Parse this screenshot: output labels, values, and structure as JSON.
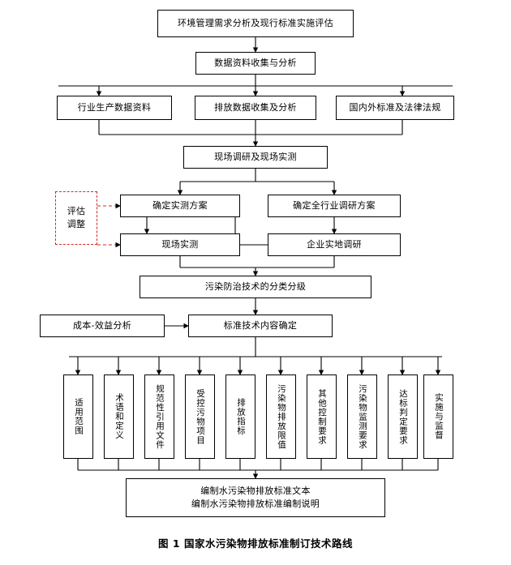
{
  "figure": {
    "caption": "图 1  国家水污染物排放标准制订技术路线"
  },
  "nodes": {
    "n1": {
      "label": "环境管理需求分析及现行标准实施评估"
    },
    "n2": {
      "label": "数据资料收集与分析"
    },
    "n3": {
      "label": "行业生产数据资料"
    },
    "n4": {
      "label": "排放数据收集及分析"
    },
    "n5": {
      "label": "国内外标准及法律法规"
    },
    "n6": {
      "label": "现场调研及现场实测"
    },
    "n7": {
      "label": "确定实测方案"
    },
    "n8": {
      "label": "确定全行业调研方案"
    },
    "n9": {
      "label": "现场实测"
    },
    "n10": {
      "label": "企业实地调研"
    },
    "n11": {
      "line1": "评估",
      "line2": "调整"
    },
    "n12": {
      "label": "污染防治技术的分类分级"
    },
    "n13": {
      "label": "成本-效益分析"
    },
    "n14": {
      "label": "标准技术内容确定"
    },
    "n15": {
      "line1": "编制水污染物排放标准文本",
      "line2": "编制水污染物排放标准编制说明"
    }
  },
  "columns": [
    {
      "label": "适用范围"
    },
    {
      "label": "术语和定义"
    },
    {
      "label": "规范性引用文件"
    },
    {
      "label": "受控污物项目"
    },
    {
      "label": "排放指标"
    },
    {
      "label": "污染物排放限值"
    },
    {
      "label": "其他控制要求"
    },
    {
      "label": "污染物监测要求"
    },
    {
      "label": "达标判定要求"
    },
    {
      "label": "实施与监督"
    }
  ],
  "colors": {
    "line": "#000000",
    "dashed_accent": "#cc2b2b",
    "background": "#ffffff"
  }
}
